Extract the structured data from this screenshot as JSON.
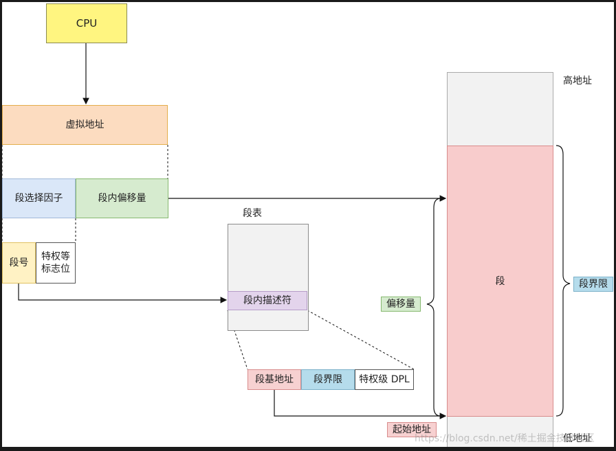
{
  "nodes": {
    "cpu": "CPU",
    "virtual_address": "虚拟地址",
    "segment_selector": "段选择因子",
    "segment_offset": "段内偏移量",
    "segment_number": "段号",
    "privilege_flags": "特权等\n标志位",
    "segment_table_label": "段表",
    "segment_descriptor": "段内描述符",
    "segment_base": "段基地址",
    "segment_limit": "段界限",
    "privilege_dpl": "特权级 DPL"
  },
  "memory": {
    "high_address": "高地址",
    "segment": "段",
    "offset_tag": "偏移量",
    "limit_tag": "段界限",
    "start_address_tag": "起始地址",
    "low_address": "低地址"
  },
  "watermark": "https://blog.csdn.net/稀土掘金技术社区",
  "colors": {
    "cpu": "#fff580",
    "virtual_address": "#fcdcc0",
    "selector": "#dae7f8",
    "offset": "#d6ebcf",
    "descriptor": "#e3d4ec",
    "base": "#f7d1d1",
    "limit": "#b5dcec",
    "segment": "#f8cccc"
  }
}
